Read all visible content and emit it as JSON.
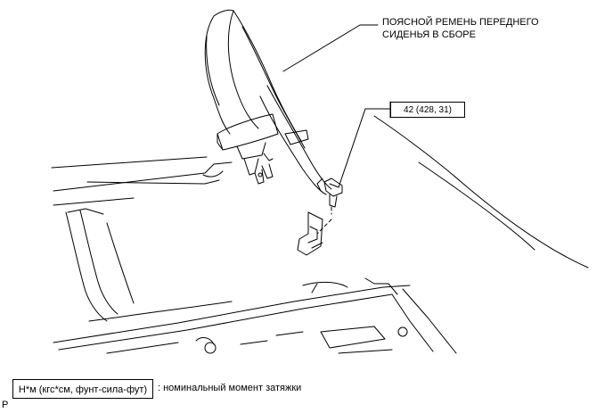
{
  "figure": {
    "callout_part_name": [
      "ПОЯСНОЙ РЕМЕНЬ ПЕРЕДНЕГО",
      "СИДЕНЬЯ В СБОРЕ"
    ],
    "torque_value": "42 (428, 31)",
    "legend": {
      "box_text": "Н*м (кгс*см, фунт-сила-фут)",
      "description": ": номинальный момент затяжки"
    },
    "corner_code": "P"
  }
}
